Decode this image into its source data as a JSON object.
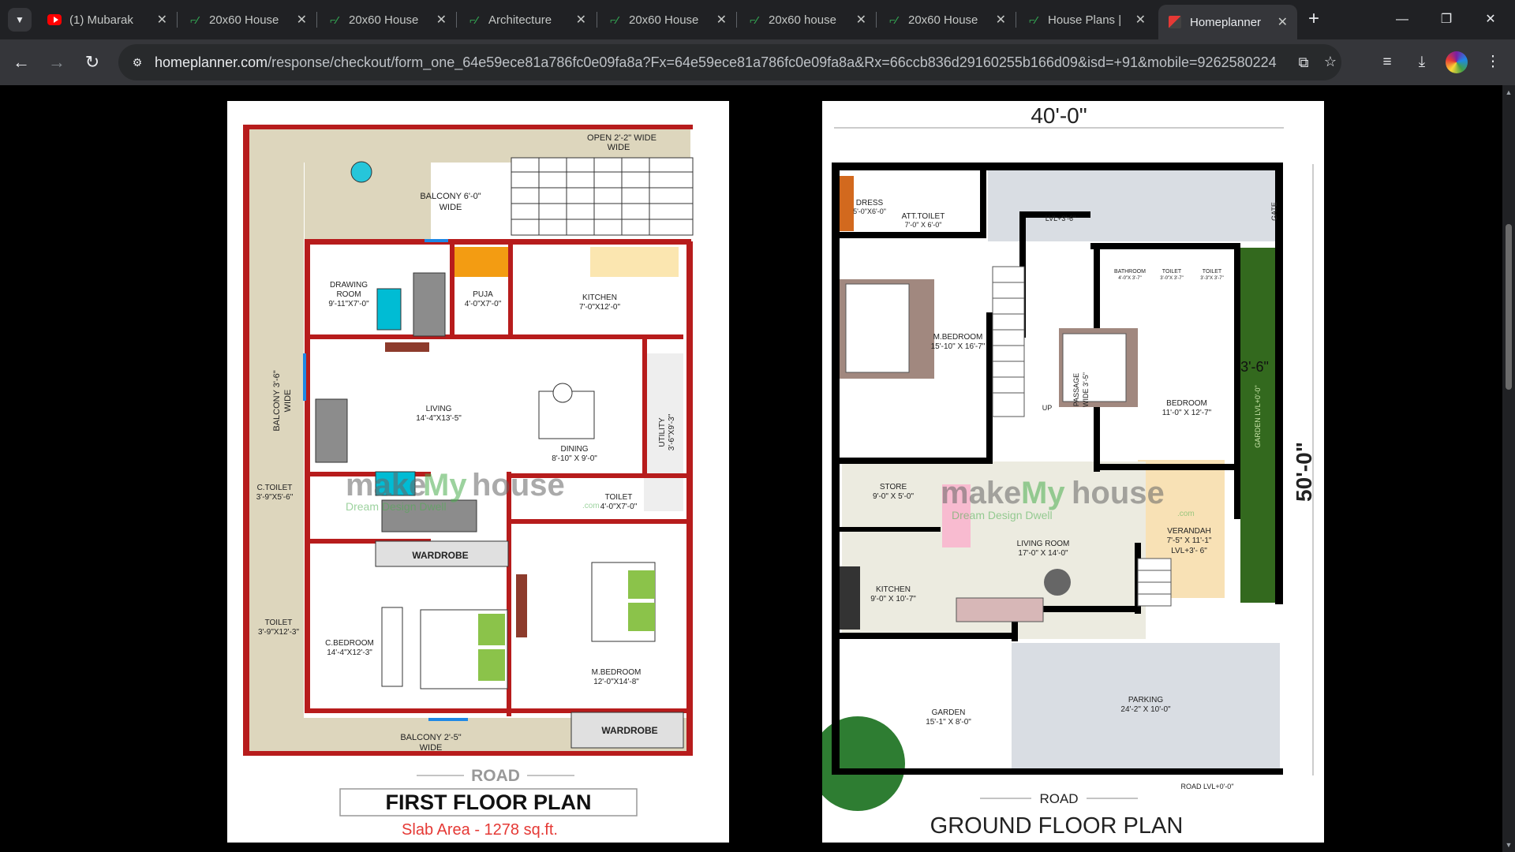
{
  "tabs": [
    {
      "title": "(1) Mubarak",
      "favicon": "youtube-icon"
    },
    {
      "title": "20x60 House",
      "favicon": "site-leaf-icon"
    },
    {
      "title": "20x60 House",
      "favicon": "site-leaf-icon"
    },
    {
      "title": "Architecture",
      "favicon": "site-leaf-icon"
    },
    {
      "title": "20x60 House",
      "favicon": "site-leaf-icon"
    },
    {
      "title": "20x60 house",
      "favicon": "site-leaf-icon"
    },
    {
      "title": "20x60 House",
      "favicon": "site-leaf-icon"
    },
    {
      "title": "House Plans |",
      "favicon": "site-leaf-icon"
    },
    {
      "title": "Homeplanner",
      "favicon": "homeplanner-icon",
      "active": true
    }
  ],
  "address": {
    "domain": "homeplanner.com",
    "path": "/response/checkout/form_one_64e59ece81a786fc0e09fa8a?Fx=64e59ece81a786fc0e09fa8a&Rx=66ccb836d29160255b166d09&isd=+91&mobile=9262580224"
  },
  "first_floor": {
    "title": "FIRST FLOOR PLAN",
    "subtitle": "Slab Area - 1278 sq.ft.",
    "road": "ROAD",
    "rooms": {
      "open": "OPEN  2'-2\" WIDE",
      "open2": "WIDE",
      "balcony_top": "BALCONY 6'-0\"",
      "balcony_top2": "WIDE",
      "drawing": "DRAWING",
      "drawing2": "ROOM",
      "drawing3": "9'-11\"X7'-0\"",
      "puja": "PUJA",
      "puja2": "4'-0\"X7'-0\"",
      "kitchen": "KITCHEN",
      "kitchen2": "7'-0\"X12'-0\"",
      "balcony_side": "BALCONY 3'-6\"",
      "balcony_side2": "WIDE",
      "living": "LIVING",
      "living2": "14'-4\"X13'-5\"",
      "dining": "DINING",
      "dining2": "8'-10\" X 9'-0\"",
      "utility": "UTILITY",
      "utility2": "3'-6\"X9'-3\"",
      "ctoilet": "C.TOILET",
      "ctoilet2": "3'-9\"X5'-6\"",
      "toilet_r": "TOILET",
      "toilet_r2": "4'-0\"X7'-0\"",
      "wardrobe1": "WARDROBE",
      "toilet_l": "TOILET",
      "toilet_l2": "3'-9\"X12'-3\"",
      "cbedroom": "C.BEDROOM",
      "cbedroom2": "14'-4\"X12'-3\"",
      "mbedroom": "M.BEDROOM",
      "mbedroom2": "12'-0\"X14'-8\"",
      "wardrobe2": "WARDROBE",
      "balcony_bottom": "BALCONY 2'-5\"",
      "balcony_bottom2": "WIDE"
    },
    "logo": {
      "make": "make",
      "my": "My",
      "house": "house",
      "tagline": "Dream Design Dwell",
      "com": ".com"
    }
  },
  "ground_floor": {
    "title": "GROUND FLOOR PLAN",
    "width_dim": "40'-0\"",
    "height_dim": "50'-0\"",
    "side_dim": "3'-6\"",
    "road": "ROAD",
    "road_lvl": "ROAD LVL+0'-0\"",
    "rooms": {
      "dress": "DRESS",
      "dress2": "5'-0\"X6'-0\"",
      "att_toilet": "ATT.TOILET",
      "att_toilet2": "7'-0\" X 6'-0\"",
      "lvl_stair": "LVL+3'-6\"",
      "gate": "GATE",
      "bathroom": "BATHROOM",
      "bathroom2": "4'-0\"X 3'-7\"",
      "toilet1": "TOILET",
      "toilet1b": "3'-0\"X 3'-7\"",
      "toilet2": "TOILET",
      "toilet2b": "3'-3\"X 3'-7\"",
      "mbedroom": "M.BEDROOM",
      "mbedroom2": "15'-10\" X 16'-7\"",
      "passage": "PASSAGE",
      "passage2": "WIDE 3'-5\"",
      "bedroom": "BEDROOM",
      "bedroom2": "11'-0\" X 12'-7\"",
      "garden_side": "GARDEN LVL+0'-0\"",
      "up": "UP",
      "store": "STORE",
      "store2": "9'-0\" X 5'-0\"",
      "living": "LIVING ROOM",
      "living2": "17'-0\" X 14'-0\"",
      "verandah": "VERANDAH",
      "verandah2": "7'-5\" X 11'-1\"",
      "verandah3": "LVL+3'- 6\"",
      "kitchen": "KITCHEN",
      "kitchen2": "9'-0\" X 10'-7\"",
      "garden": "GARDEN",
      "garden2": "15'-1\" X 8'-0\"",
      "parking": "PARKING",
      "parking2": "24'-2\" X 10'-0\""
    },
    "logo": {
      "make": "make",
      "my": "My",
      "house": "house",
      "tagline": "Dream Design Dwell",
      "com": ".com"
    }
  }
}
